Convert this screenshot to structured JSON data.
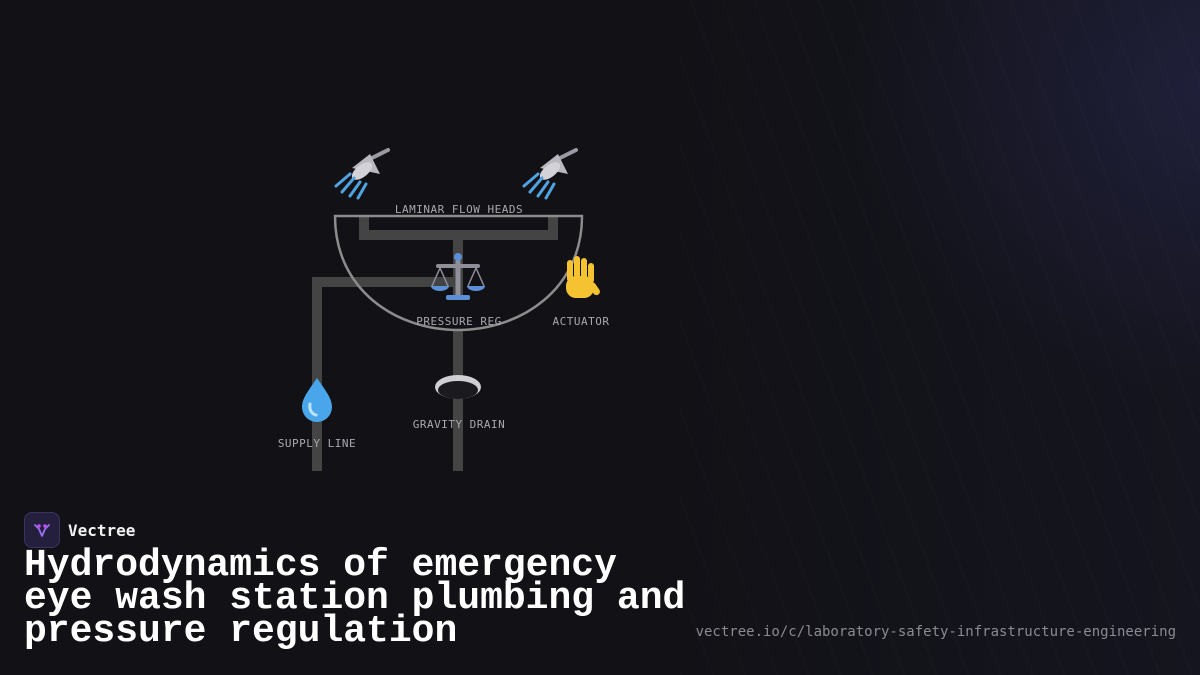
{
  "diagram": {
    "labels": {
      "flow_heads": "LAMINAR FLOW HEADS",
      "pressure_reg": "PRESSURE REG",
      "actuator": "ACTUATOR",
      "gravity_drain": "GRAVITY DRAIN",
      "supply_line": "SUPPLY LINE"
    },
    "icons": {
      "left_head": "shower-head-icon",
      "right_head": "shower-head-icon",
      "regulator": "balance-scale-icon",
      "actuator": "raised-hand-icon",
      "drain": "drain-icon",
      "supply": "water-droplet-icon"
    },
    "colors": {
      "pipe": "#444444",
      "basin": "#8c8c8c",
      "accent": "#8a5cf6"
    }
  },
  "brand": {
    "name": "Vectree"
  },
  "title": "Hydrodynamics of emergency eye wash station plumbing and pressure regulation",
  "url": "vectree.io/c/laboratory-safety-infrastructure-engineering"
}
